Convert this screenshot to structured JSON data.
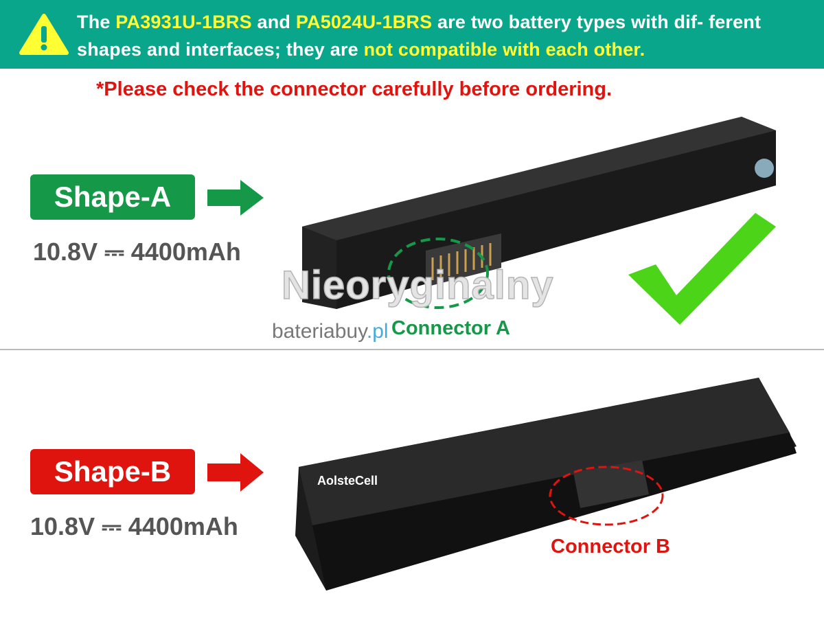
{
  "banner": {
    "part1": "The ",
    "model_a": "PA3931U-1BRS",
    "part2": " and ",
    "model_b": "PA5024U-1BRS",
    "part3": " are two battery types with dif- ferent shapes and interfaces; they are ",
    "highlight": "not compatible with each other.",
    "icon": "warning-triangle-icon",
    "background": "#0aa68c",
    "highlight_color": "#ffff33"
  },
  "notice": "*Please check the connector carefully before ordering.",
  "shape_a": {
    "label": "Shape-A",
    "spec": "10.8V ⎓ 4400mAh",
    "connector": "Connector A",
    "color": "#159847",
    "status_icon": "checkmark-icon"
  },
  "shape_b": {
    "label": "Shape-B",
    "spec": "10.8V ⎓ 4400mAh",
    "connector": "Connector B",
    "color": "#e0140f",
    "brand": "AolsteCell"
  },
  "watermark": {
    "main": "Nieoryginalny",
    "site": "bateriabuy",
    "tld": ".pl"
  }
}
